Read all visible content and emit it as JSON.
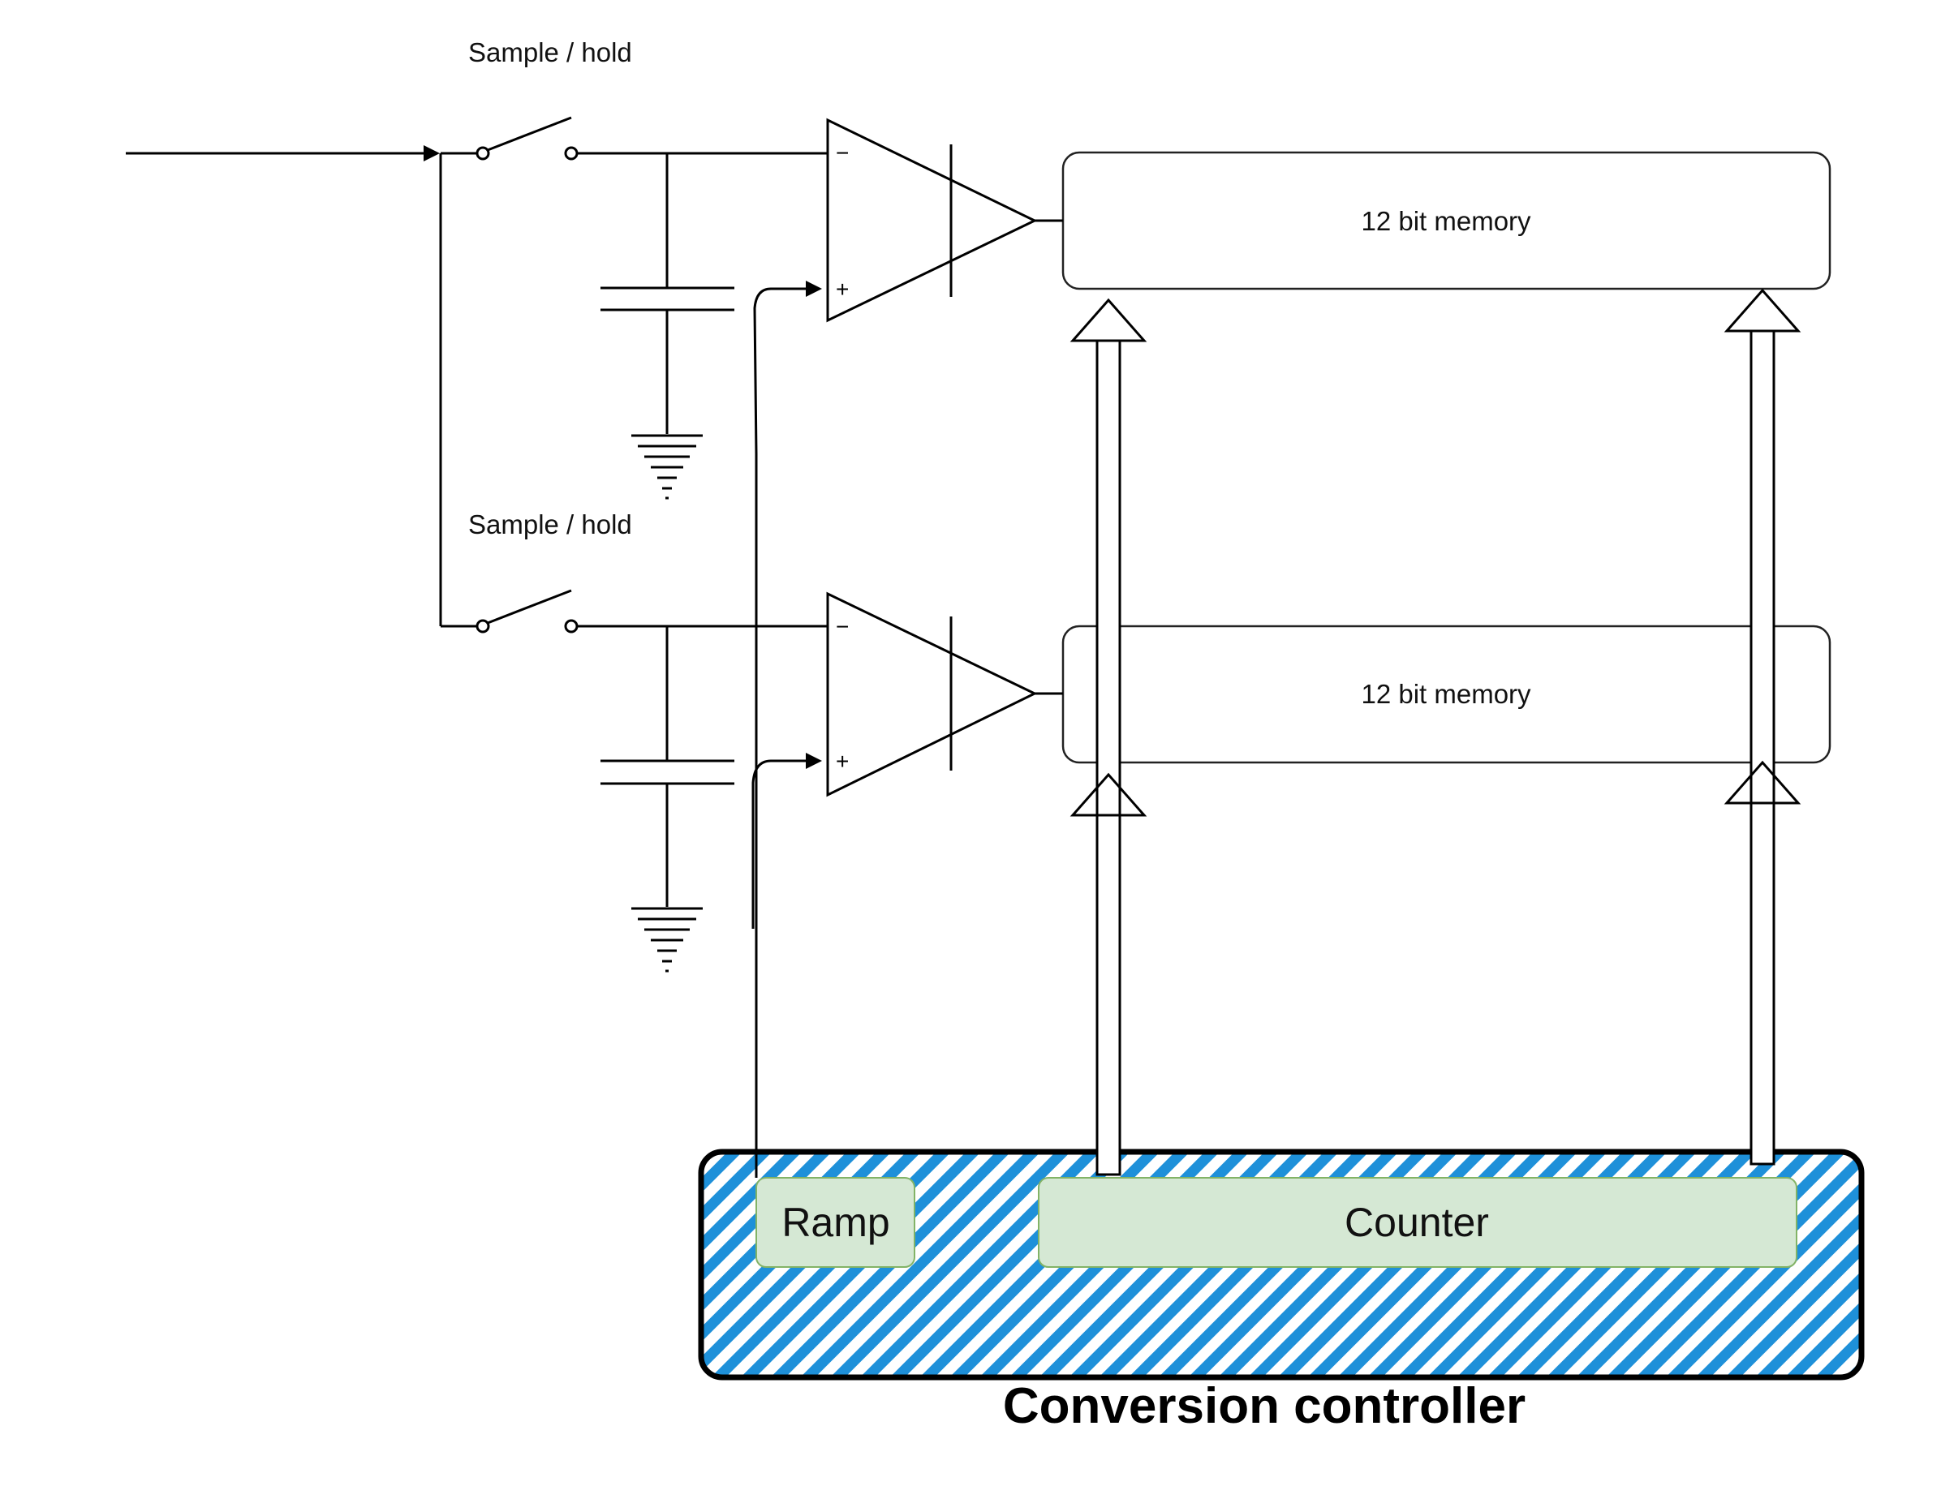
{
  "labels": {
    "sample_hold_top": "Sample / hold",
    "sample_hold_bottom": "Sample / hold"
  },
  "memory": [
    {
      "label": "12 bit memory"
    },
    {
      "label": "12 bit memory"
    }
  ],
  "comparator_pins": {
    "minus": "−",
    "plus": "+"
  },
  "controller": {
    "title": "Conversion controller",
    "ramp_label": "Ramp",
    "counter_label": "Counter"
  },
  "colors": {
    "hatch": "#1E90D9",
    "block_fill": "#D5E8D4",
    "block_stroke": "#82B366",
    "line": "#000000"
  }
}
